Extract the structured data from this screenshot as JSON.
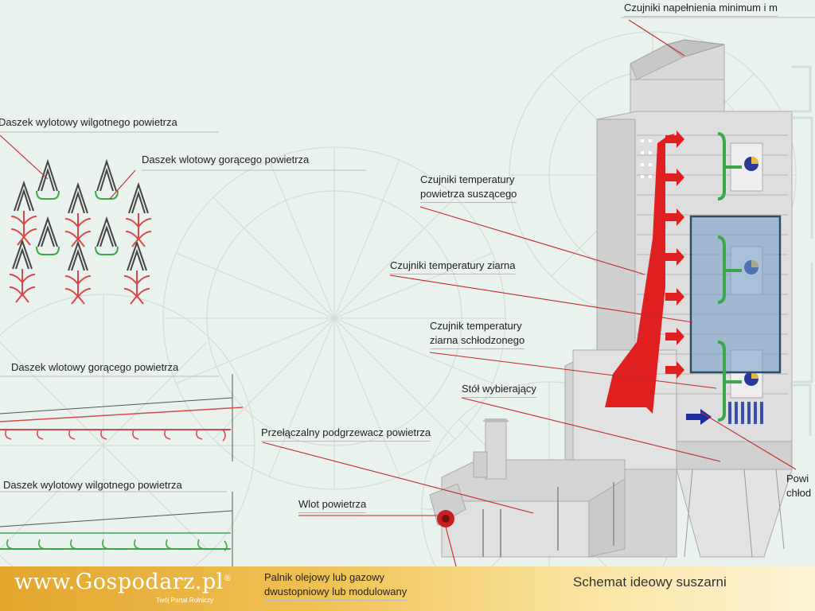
{
  "labels": {
    "czujniki_napelnienia": "Czujniki napełnienia minimum i m",
    "daszek_wylotowy_top": "Daszek wylotowy wilgotnego powietrza",
    "daszek_wlotowy_top": "Daszek wlotowy gorącego powietrza",
    "czujniki_temp_powietrza_1": "Czujniki temperatury",
    "czujniki_temp_powietrza_2": "powietrza suszącego",
    "czujniki_temp_ziarna": "Czujniki temperatury ziarna",
    "czujnik_schlodzonego_1": "Czujnik temperatury",
    "czujnik_schlodzonego_2": "ziarna schłodzonego",
    "daszek_wlotowy_side": "Daszek wlotowy gorącego powietrza",
    "stol": "Stół wybierający",
    "podgrzewacz": "Przełączalny podgrzewacz powietrza",
    "daszek_wylotowy_side": "Daszek wylotowy wilgotnego powietrza",
    "wlot": "Wlot powietrza",
    "powi_1": "Powi",
    "powi_2": "chłod",
    "palnik_1": "Palnik olejowy lub gazowy",
    "palnik_2": "dwustopniowy lub modulowany"
  },
  "footer": {
    "logo": "www.Gospodarz.pl",
    "registered": "®",
    "tagline": "Twój Portal Rolniczy",
    "caption": "Schemat ideowy suszarni"
  },
  "colors": {
    "hot_air": "#e02020",
    "cool_air": "#3aa84a",
    "blue_arrow": "#1d2ea0",
    "highlight": "#6f9ac4",
    "footer_start": "#e3a62e"
  }
}
